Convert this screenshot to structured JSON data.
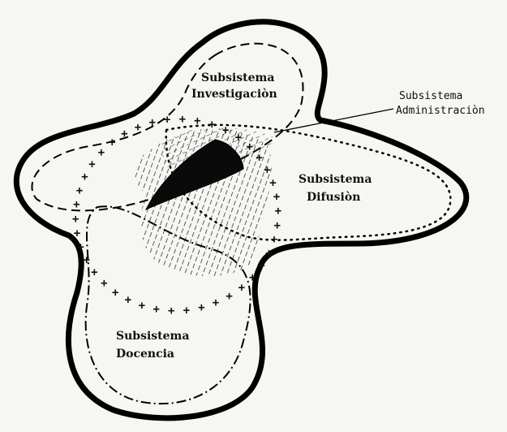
{
  "diagram": {
    "labels": {
      "investigacion_line1": "Subsistema",
      "investigacion_line2": "Investigaciòn",
      "administracion_line1": "Subsistema",
      "administracion_line2": "Administraciòn",
      "difusion_line1": "Subsistema",
      "difusion_line2": "Difusiòn",
      "docencia_line1": "Subsistema",
      "docencia_line2": "Docencia"
    }
  }
}
